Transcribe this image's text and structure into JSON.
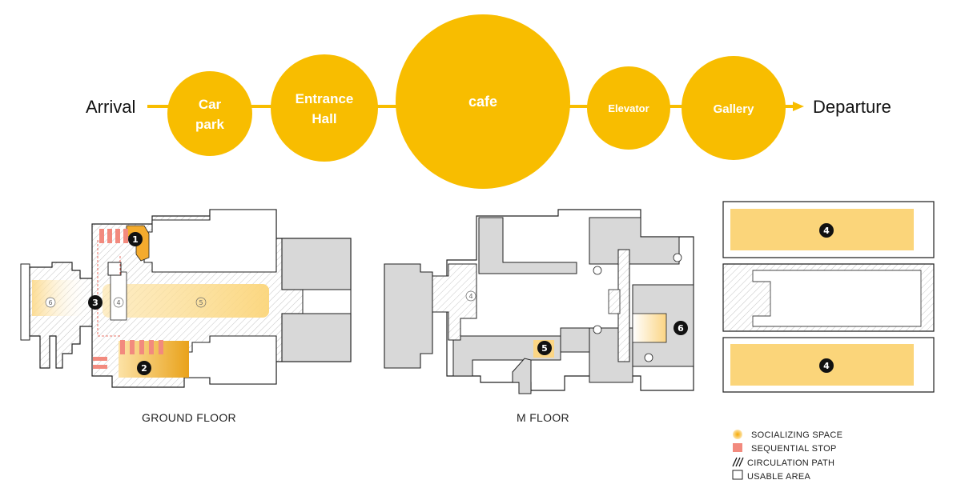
{
  "flow": {
    "start": "Arrival",
    "end": "Departure",
    "nodes": [
      {
        "line1": "Car",
        "line2": "park"
      },
      {
        "line1": "Entrance",
        "line2": "Hall"
      },
      {
        "line1": "cafe",
        "line2": ""
      },
      {
        "line1": "Elevator",
        "line2": ""
      },
      {
        "line1": "Gallery",
        "line2": ""
      }
    ]
  },
  "plans": {
    "ground_floor": {
      "caption": "GROUND FLOOR",
      "markers": [
        "1",
        "2",
        "3"
      ],
      "room_numbers": [
        "6",
        "4",
        "5"
      ]
    },
    "m_floor": {
      "caption": "M FLOOR",
      "markers": [
        "5",
        "6"
      ],
      "room_numbers": [
        "4"
      ]
    },
    "upper_floor": {
      "markers": [
        "4",
        "4"
      ]
    }
  },
  "legend": {
    "socializing": "SOCIALIZING SPACE",
    "sequential": "SEQUENTIAL STOP",
    "circulation": "CIRCULATION PATH",
    "usable": "USABLE AREA"
  },
  "colors": {
    "node_yellow": "#f8bd00",
    "socializing_fill": "#fbd57a",
    "sequential_stop": "#f28a7e",
    "usable_gray": "#d8d8d8",
    "marker_black": "#111111"
  }
}
